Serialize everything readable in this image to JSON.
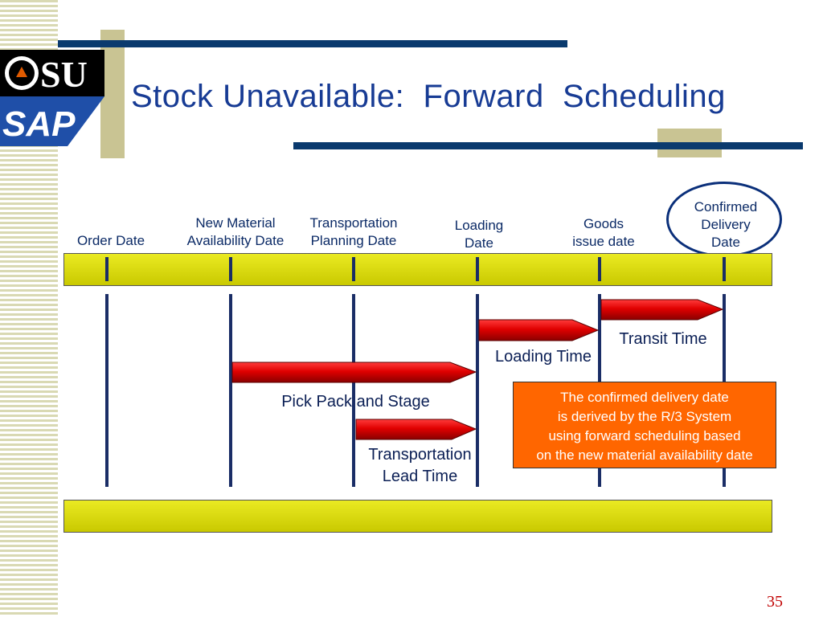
{
  "slide": {
    "title": "Stock Unavailable:  Forward  Scheduling",
    "page_number": "35",
    "logo": {
      "top_text": "OSU",
      "bottom_text": "SAP"
    }
  },
  "timeline": {
    "dates": [
      {
        "label": "Order Date"
      },
      {
        "label": "New Material\nAvailability Date"
      },
      {
        "label": "Transportation\nPlanning Date"
      },
      {
        "label": "Loading\nDate"
      },
      {
        "label": "Goods\nissue date"
      },
      {
        "label": "Confirmed\nDelivery\nDate",
        "highlighted": true
      }
    ]
  },
  "durations": [
    {
      "label": "Transit Time"
    },
    {
      "label": "Loading Time"
    },
    {
      "label": "Pick Pack and Stage"
    },
    {
      "label": "Transportation\nLead Time"
    }
  ],
  "note": {
    "text": "The confirmed delivery date\nis derived by the R/3 System\nusing forward scheduling based\non the new material availability date"
  },
  "colors": {
    "accent_navy": "#0a3a6e",
    "accent_tan": "#c9c493",
    "bar_yellow": "#e6e61a",
    "arrow_red": "#e00000",
    "note_orange": "#ff6600",
    "title_blue": "#173b94"
  }
}
